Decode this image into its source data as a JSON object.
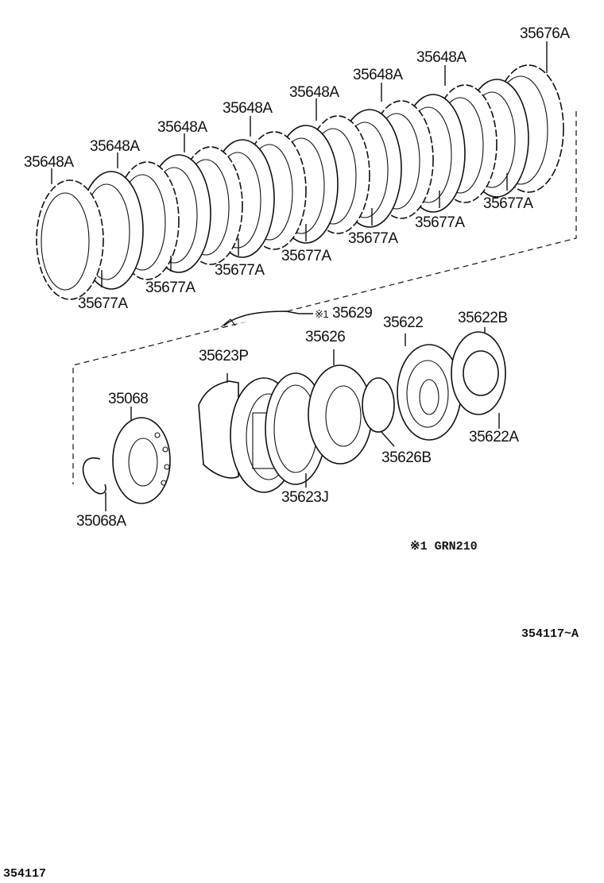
{
  "labels": {
    "clutch_plates": [
      {
        "text": "35648A"
      },
      {
        "text": "35648A"
      },
      {
        "text": "35648A"
      },
      {
        "text": "35648A"
      },
      {
        "text": "35648A"
      },
      {
        "text": "35648A"
      },
      {
        "text": "35648A"
      }
    ],
    "clutch_discs": [
      {
        "text": "35677A"
      },
      {
        "text": "35677A"
      },
      {
        "text": "35677A"
      },
      {
        "text": "35677A"
      },
      {
        "text": "35677A"
      },
      {
        "text": "35677A"
      },
      {
        "text": "35677A"
      }
    ],
    "flange": "35676A",
    "snap_wire": "35629",
    "snap_wire_note_marker": "※1",
    "drum_p": "35623P",
    "drum_j": "35623J",
    "seal_626": "35626",
    "seal_626b": "35626B",
    "piston": "35622",
    "washer_b": "35622B",
    "washer_a": "35622A",
    "plate_068": "35068",
    "ring_068a": "35068A"
  },
  "footnote": "※1 GRN210",
  "figure_code": "354117~A",
  "page_code": "354117"
}
